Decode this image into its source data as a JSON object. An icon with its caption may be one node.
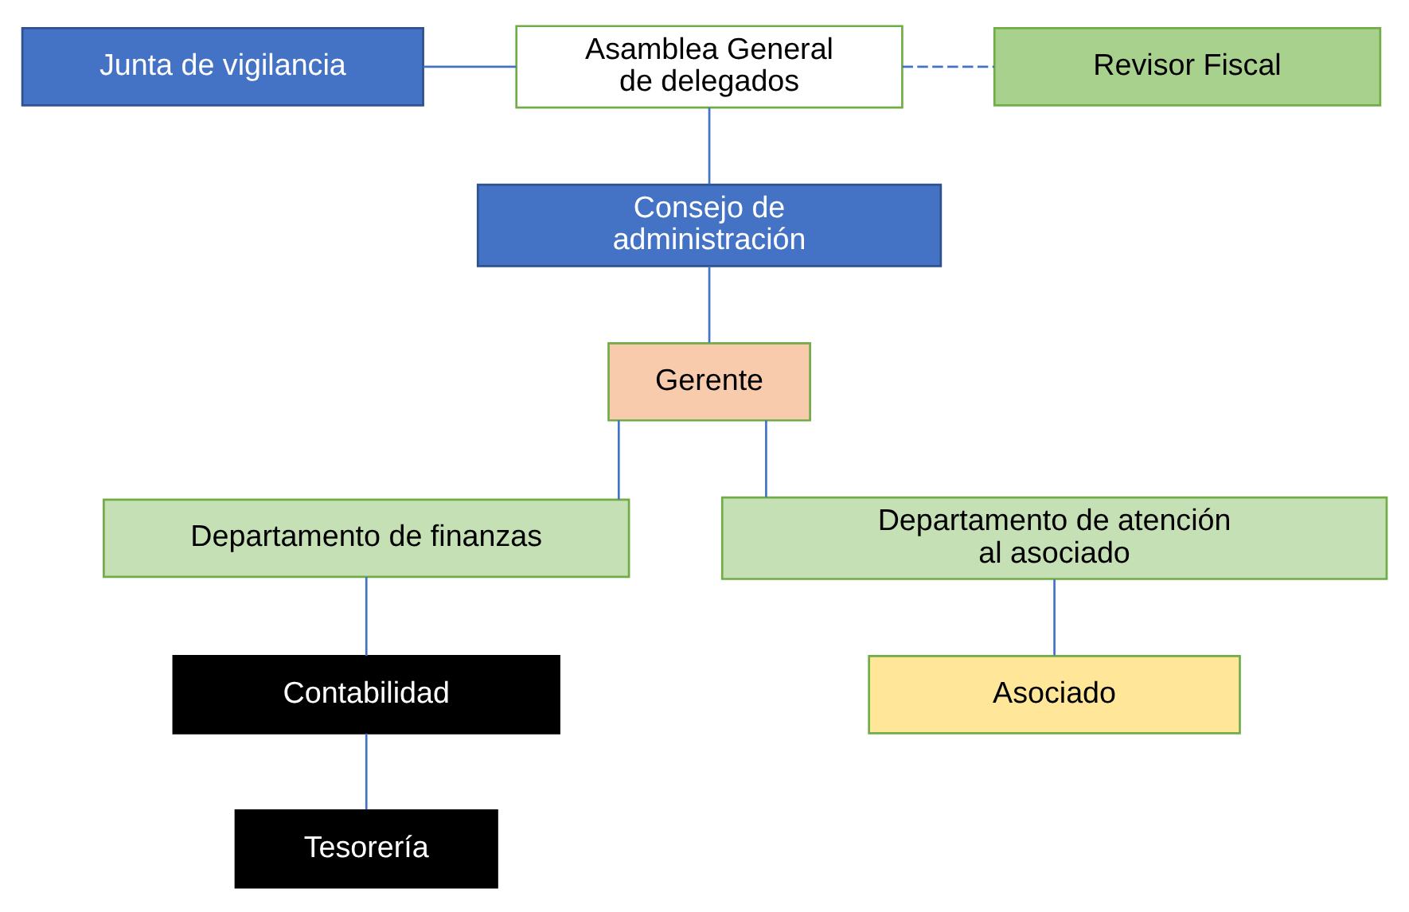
{
  "diagram": {
    "nodes": [
      {
        "text": [
          "Junta de vigilancia"
        ]
      },
      {
        "text": [
          "Asamblea General de delegados"
        ]
      },
      {
        "text": [
          "Revisor Fiscal"
        ]
      },
      {
        "text": [
          "Consejo de administración"
        ]
      },
      {
        "text": [
          "Gerente"
        ]
      },
      {
        "text": [
          "Departamento de finanzas"
        ]
      },
      {
        "text": [
          "Departamento de atención al asociado"
        ]
      },
      {
        "text": [
          "Contabilidad"
        ]
      },
      {
        "text": [
          "Tesorería"
        ]
      },
      {
        "text": [
          "Asociado"
        ]
      }
    ],
    "edges": [
      {
        "from": 0,
        "to": 1,
        "arrow": "none"
      },
      {
        "from": 1,
        "to": 2,
        "arrow": "none",
        "style": "dashed"
      },
      {
        "from": 1,
        "to": 3,
        "arrow": "none"
      },
      {
        "from": 3,
        "to": 4,
        "arrow": "none"
      },
      {
        "from": 4,
        "to": 5,
        "arrow": "none"
      },
      {
        "from": 4,
        "to": 6,
        "arrow": "none"
      },
      {
        "from": 5,
        "to": 7,
        "arrow": "none"
      },
      {
        "from": 7,
        "to": 8,
        "arrow": "none"
      },
      {
        "from": 6,
        "to": 9,
        "arrow": "none"
      }
    ]
  }
}
